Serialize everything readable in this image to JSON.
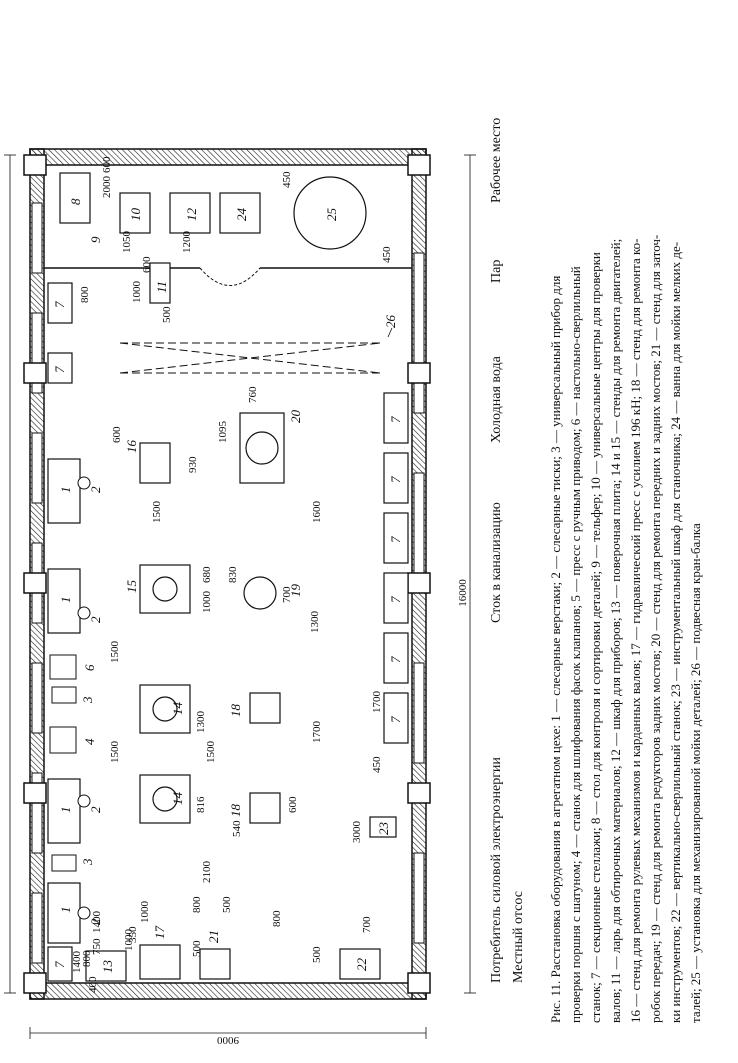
{
  "dimensions": {
    "overall_length": "16000",
    "overall_width": "9000",
    "bench_2000": "2000",
    "bench_600": "600",
    "d_1050": "1050",
    "d_1200": "1200",
    "d_450_top": "450",
    "d_450_side": "450",
    "d_600_a": "600",
    "d_1000_a": "1000",
    "d_500_a": "500",
    "d_800_a": "800",
    "d_1400_a": "1400",
    "d_800_b": "800",
    "d_1400_b": "1400",
    "d_750": "750",
    "d_1000_b": "1000",
    "d_400": "400",
    "d_350": "350",
    "d_500_b": "500",
    "d_1000_c": "1000",
    "d_800_c": "800",
    "d_500_c": "500",
    "d_800_d": "800",
    "d_500_d": "500",
    "d_700_a": "700",
    "d_2100": "2100",
    "d_3000": "3000",
    "d_1500_a": "1500",
    "d_1500_b": "1500",
    "d_1500_c": "1500",
    "d_1500_d": "1500",
    "d_1300_a": "1300",
    "d_816": "816",
    "d_540": "540",
    "d_600_b": "600",
    "d_1700_a": "1700",
    "d_450_bot": "450",
    "d_1300_b": "1300",
    "d_1700_b": "1700",
    "d_1000_d": "1000",
    "d_680": "680",
    "d_830": "830",
    "d_700_b": "700",
    "d_1600": "1600",
    "d_600_c": "600",
    "d_930": "930",
    "d_1095": "1095",
    "d_760": "760"
  },
  "labels": {
    "n1a": "1",
    "n1b": "1",
    "n1c": "1",
    "n1d": "1",
    "n2a": "2",
    "n2b": "2",
    "n2c": "2",
    "n2d": "2",
    "n3a": "3",
    "n3b": "3",
    "n4": "4",
    "n6": "6",
    "n7a": "7",
    "n7b": "7",
    "n7c": "7",
    "n7d": "7",
    "n7e": "7",
    "n7f": "7",
    "n7g": "7",
    "n7h": "7",
    "n7i": "7",
    "n8": "8",
    "n9": "9",
    "n10": "10",
    "n11": "11",
    "n12": "12",
    "n13": "13",
    "n14a": "14",
    "n14b": "14",
    "n15": "15",
    "n16": "16",
    "n17": "17",
    "n18a": "18",
    "n18b": "18",
    "n19": "19",
    "n20": "20",
    "n21": "21",
    "n22": "22",
    "n23": "23",
    "n24": "24",
    "n25": "25",
    "n26": "26"
  },
  "legend": {
    "electric": "Потребитель силовой электроэнергии",
    "exhaust": "Местный отсос",
    "drain": "Сток в канализацию",
    "cold_water": "Холодная вода",
    "steam": "Пар",
    "workplace": "Рабочее место"
  },
  "caption": {
    "fig": "Рис. 11.",
    "title": "Расстановка оборудования в агрегатном цехе:",
    "items": [
      {
        "n": "1",
        "t": "слесарные верстаки;"
      },
      {
        "n": "2",
        "t": "слесарные тиски;"
      },
      {
        "n": "3",
        "t": "универсальный прибор для проверки поршня с шатуном;"
      },
      {
        "n": "4",
        "t": "станок для шлифования фасок клапанов;"
      },
      {
        "n": "5",
        "t": "пресс с ручным приводом;"
      },
      {
        "n": "6",
        "t": "настольно-сверлильный станок;"
      },
      {
        "n": "7",
        "t": "секционные стеллажи;"
      },
      {
        "n": "8",
        "t": "стол для контроля и сортировки деталей;"
      },
      {
        "n": "9",
        "t": "тельфер;"
      },
      {
        "n": "10",
        "t": "универсальные центры для проверки валов;"
      },
      {
        "n": "11",
        "t": "ларь для обтирочных материалов;"
      },
      {
        "n": "12",
        "t": "шкаф для приборов;"
      },
      {
        "n": "13",
        "t": "поверочная плита;"
      },
      {
        "n": "14 и 15",
        "t": "стенды для ремонта двигателей;"
      },
      {
        "n": "16",
        "t": "стенд для ремонта рулевых механизмов и карданных валов;"
      },
      {
        "n": "17",
        "t": "гидравлический пресс с усилием 196 кН;"
      },
      {
        "n": "18",
        "t": "стенд для ремонта коробок передач;"
      },
      {
        "n": "19",
        "t": "стенд для ремонта редукторов задних мостов;"
      },
      {
        "n": "20",
        "t": "стенд для ремонта передних и задних мостов;"
      },
      {
        "n": "21",
        "t": "стенд для заточки инструментов;"
      },
      {
        "n": "22",
        "t": "вертикально-сверлильный станок;"
      },
      {
        "n": "23",
        "t": "инструментальный шкаф для станочника;"
      },
      {
        "n": "24",
        "t": "ванна для мойки мелких деталей;"
      },
      {
        "n": "25",
        "t": "установка для механизированной мойки деталей;"
      },
      {
        "n": "26",
        "t": "подвесная кран-балка"
      }
    ],
    "lines": [
      "проверки поршня с шатуном; 4 — станок для шлифования фасок клапанов; 5 — пресс с ручным приводом; 6 — настольно-сверлильный",
      "станок; 7 — секционные стеллажи; 8 — стол для контроля и сортировки деталей; 9 — тельфер; 10 — универсальные центры для проверки",
      "валов; 11 — ларь для обтирочных материалов; 12 — шкаф для приборов; 13 — поверочная плита; 14 и 15 — стенды для ремонта двигателей;",
      "16 — стенд для ремонта рулевых механизмов и карданных валов; 17 — гидравлический пресс с усилием 196 кН; 18 — стенд для ремонта ко-",
      "робок передач; 19 — стенд для ремонта редукторов задних мостов; 20 — стенд для ремонта передних и задних мостов; 21 — стенд для заточ-",
      "ки инструментов; 22 — вертикально-сверлильный станок; 23 — инструментальный шкаф для станочника; 24 — ванна для мойки мелких де-",
      "талей; 25 — установка для механизированной мойки деталей; 26 — подвесная кран-балка"
    ],
    "line0": "Рис. 11. Расстановка оборудования в агрегатном цехе: 1 — слесарные верстаки; 2 — слесарные тиски; 3 — универсальный прибор для"
  }
}
